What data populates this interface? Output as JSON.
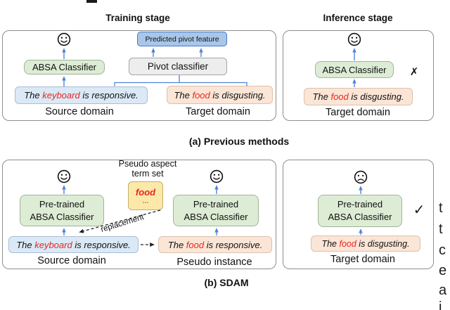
{
  "colors": {
    "classifier_green": "#ddecd4",
    "pivot_feature_blue": "#a8c6e8",
    "pivot_classifier_gray": "#ededed",
    "source_sentence_blue": "#dbe9f6",
    "target_sentence_orange": "#fbe5d6",
    "aspect_set_yellow": "#fce9a9",
    "aspect_red": "#e8251f",
    "arrow_blue": "#4f82d8"
  },
  "header": {
    "training_stage": "Training stage",
    "inference_stage": "Inference stage"
  },
  "captions": {
    "a": "(a) Previous methods",
    "b": "(b) SDAM"
  },
  "panel_a_left": {
    "predicted_pivot_feature": "Predicted pivot feature",
    "pivot_classifier": "Pivot classifier",
    "absa_classifier": "ABSA Classifier",
    "source_sentence": {
      "pre": "The ",
      "aspect": "keyboard",
      "post": " is responsive."
    },
    "target_sentence": {
      "pre": "The ",
      "aspect": "food",
      "post": " is disgusting."
    },
    "source_label": "Source domain",
    "target_label": "Target domain"
  },
  "panel_a_right": {
    "absa_classifier": "ABSA Classifier",
    "reject_mark": "✗",
    "target_sentence": {
      "pre": "The ",
      "aspect": "food",
      "post": " is disgusting."
    },
    "target_label": "Target domain"
  },
  "panel_b_left": {
    "pseudo_aspect_label": "Pseudo aspect\nterm set",
    "aspect_set": {
      "term": "food",
      "ellipsis": "..."
    },
    "pretrained_classifier": "Pre-trained\nABSA Classifier",
    "replacement_label": "replacement",
    "source_sentence": {
      "pre": "The ",
      "aspect": "keyboard",
      "post": " is responsive."
    },
    "pseudo_sentence": {
      "pre": "The ",
      "aspect": "food",
      "post": " is responsive."
    },
    "source_label": "Source domain",
    "pseudo_label": "Pseudo instance"
  },
  "panel_b_right": {
    "pretrained_classifier": "Pre-trained\nABSA Classifier",
    "accept_mark": "✓",
    "target_sentence": {
      "pre": "The ",
      "aspect": "food",
      "post": " is disgusting."
    },
    "target_label": "Target domain"
  },
  "clipped_right_text": [
    "t",
    "t",
    "c",
    "e",
    "a",
    "i"
  ]
}
